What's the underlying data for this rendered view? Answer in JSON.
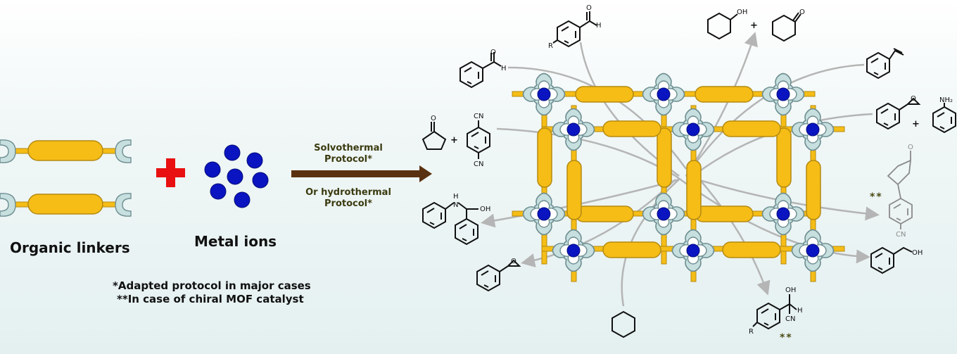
{
  "labels": {
    "organic_linkers": "Organic linkers",
    "metal_ions": "Metal ions",
    "protocol_1a": "Solvothermal",
    "protocol_1b": "Protocol*",
    "protocol_2a": "Or hydrothermal",
    "protocol_2b": "Protocol*",
    "note_1": "*Adapted protocol in major cases",
    "note_2": "**In case of chiral MOF catalyst",
    "stars_nitrile": "**",
    "stars_cyanohydrin": "**"
  },
  "atoms": {
    "O": "O",
    "OH": "OH",
    "H": "H",
    "R": "R",
    "CN": "CN",
    "NH2": "NH₂",
    "N_H": "H",
    "N": "N",
    "plus": "+"
  },
  "colors": {
    "linker": "#f5bd16",
    "linker_stroke": "#b58a10",
    "node": "#c7dfdf",
    "node_stroke": "#6f8f92",
    "metal": "#0a14c0",
    "plus": "#e81010",
    "arrow": "#5a3110",
    "gray_arrow": "#b5b5b5"
  }
}
